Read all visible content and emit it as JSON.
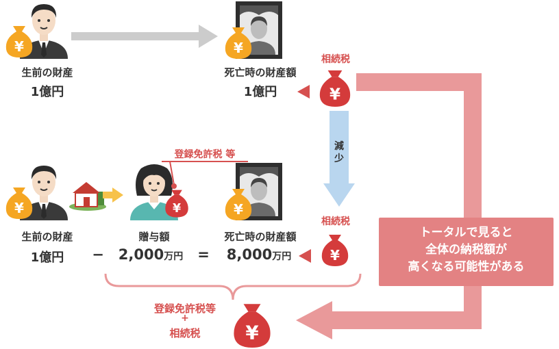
{
  "top": {
    "before_label": "生前の財産",
    "before_value": "1億円",
    "death_label": "死亡時の財産額",
    "death_value": "1億円",
    "tax_label": "相続税"
  },
  "middle": {
    "decrease_label": "減少"
  },
  "bottom": {
    "before_label": "生前の財産",
    "before_value": "1億円",
    "gift_label": "贈与額",
    "gift_amount": "2,000",
    "gift_unit": "万円",
    "minus": "−",
    "equals": "=",
    "death_label": "死亡時の財産額",
    "death_amount": "8,000",
    "death_unit": "万円",
    "registration_tax_label": "登録免許税 等",
    "tax_label": "相続税"
  },
  "total": {
    "line1": "登録免許税等",
    "line2": "+",
    "line3": "相続税"
  },
  "message": {
    "line1": "トータルで見ると",
    "line2": "全体の納税額が",
    "line3": "高くなる可能性がある"
  },
  "colors": {
    "arrow_pink": "#e9999a",
    "message_pink": "#e38283",
    "bag_red": "#d43b3b",
    "bag_orange": "#f5a623",
    "arrow_gray": "#cccccc",
    "arrow_blue": "#b9d6ef"
  },
  "icons": [
    "person-icon",
    "woman-icon",
    "house-icon",
    "portrait-icon",
    "money-bag-icon",
    "arrow-icon",
    "brace-icon"
  ]
}
